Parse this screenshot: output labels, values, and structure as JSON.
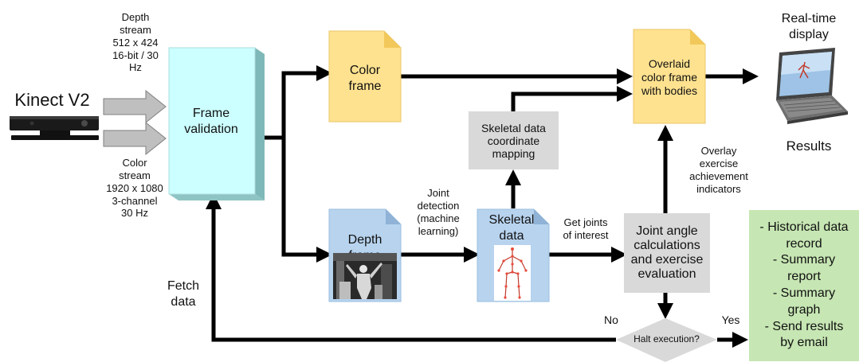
{
  "kinect": {
    "title": "Kinect V2"
  },
  "depth_stream": {
    "lines": [
      "Depth",
      "stream",
      "512 x 424",
      "16-bit / 30",
      "Hz"
    ]
  },
  "color_stream": {
    "lines": [
      "Color",
      "stream",
      "1920 x 1080",
      "3-channel",
      "30 Hz"
    ]
  },
  "frame_validation": {
    "lines": [
      "Frame",
      "validation"
    ]
  },
  "fetch_data": {
    "lines": [
      "Fetch",
      "data"
    ]
  },
  "color_frame": {
    "lines": [
      "Color",
      "frame"
    ]
  },
  "depth_frame": {
    "lines": [
      "Depth",
      "frame"
    ]
  },
  "joint_detection": {
    "lines": [
      "Joint",
      "detection",
      "(machine",
      "learning)"
    ]
  },
  "skeletal_data": {
    "lines": [
      "Skeletal",
      "data"
    ]
  },
  "skeletal_mapping": {
    "lines": [
      "Skeletal data",
      "coordinate",
      "mapping"
    ]
  },
  "overlaid": {
    "lines": [
      "Overlaid",
      "color frame",
      "with bodies"
    ]
  },
  "realtime": {
    "lines": [
      "Real-time",
      "display"
    ]
  },
  "results": {
    "label": "Results"
  },
  "overlay_indicators": {
    "lines": [
      "Overlay",
      "exercise",
      "achievement",
      "indicators"
    ]
  },
  "get_joints": {
    "lines": [
      "Get joints",
      "of interest"
    ]
  },
  "joint_angle": {
    "lines": [
      "Joint angle",
      "calculations",
      "and exercise",
      "evaluation"
    ]
  },
  "halt": {
    "label": "Halt execution?",
    "no": "No",
    "yes": "Yes"
  },
  "outputs": {
    "lines": [
      "- Historical data",
      "record",
      "- Summary",
      "report",
      "- Summary",
      "graph",
      "- Send results",
      "by email"
    ]
  },
  "colors": {
    "frame_validation_fill": "#ccffff",
    "color_frame_fill": "#ffe28f",
    "depth_frame_fill": "#b7d3ee",
    "process_fill": "#d9d9d9",
    "outputs_fill": "#c6e6b3",
    "arrow": "#000000",
    "stream_arrow": "#bfbfbf"
  }
}
